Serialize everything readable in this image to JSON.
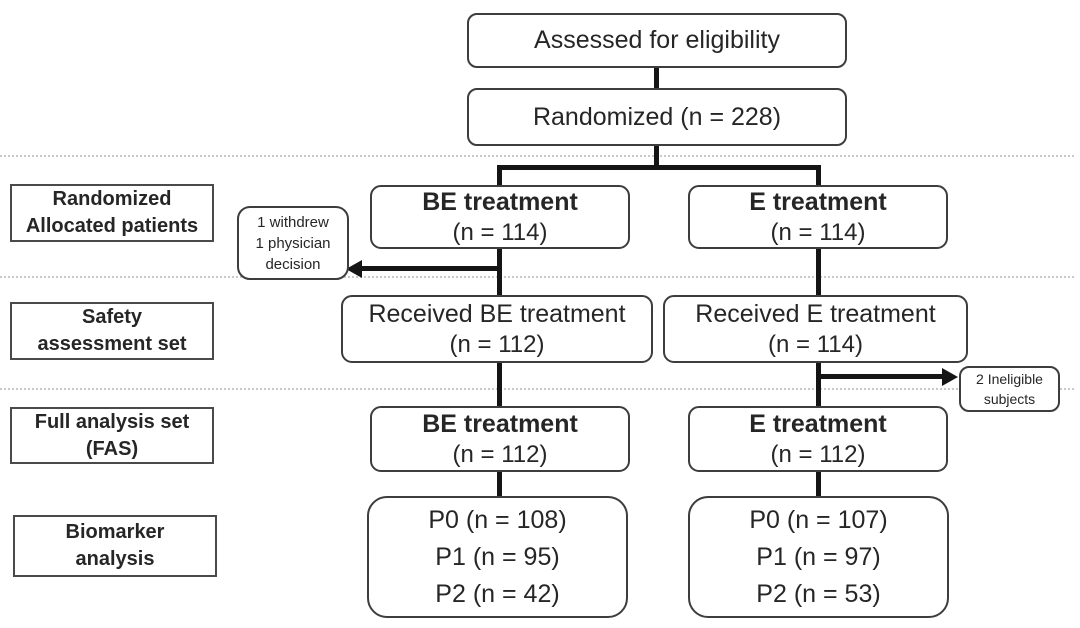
{
  "colors": {
    "box_border": "#3d3d3d",
    "connector_line": "#151515",
    "separator_dotted": "#c9c9c9",
    "text": "#262626",
    "background": "#ffffff"
  },
  "side_labels": [
    {
      "line1": "Randomized",
      "line2": "Allocated  patients"
    },
    {
      "line1": "Safety",
      "line2": "assessment set"
    },
    {
      "line1": "Full analysis set",
      "line2": "(FAS)"
    },
    {
      "line1": "Biomarker",
      "line2": "analysis"
    }
  ],
  "flow": {
    "assessed": "Assessed for eligibility",
    "randomized": "Randomized (n = 228)",
    "be_allocated": {
      "title": "BE treatment",
      "n": "(n = 114)"
    },
    "e_allocated": {
      "title": "E treatment",
      "n": "(n = 114)"
    },
    "withdrawn_note": {
      "line1": "1 withdrew",
      "line2": "1 physician",
      "line3": "decision"
    },
    "received_be": {
      "title": "Received BE treatment",
      "n": "(n = 112)"
    },
    "received_e": {
      "title": "Received E treatment",
      "n": "(n = 114)"
    },
    "ineligible_note": {
      "line1": "2 Ineligible",
      "line2": "subjects"
    },
    "be_fas": {
      "title": "BE treatment",
      "n": "(n = 112)"
    },
    "e_fas": {
      "title": "E treatment",
      "n": "(n = 112)"
    },
    "be_biomarker": {
      "line1": "P0 (n = 108)",
      "line2": "P1 (n = 95)",
      "line3": "P2 (n = 42)"
    },
    "e_biomarker": {
      "line1": "P0 (n = 107)",
      "line2": "P1 (n = 97)",
      "line3": "P2 (n = 53)"
    }
  }
}
